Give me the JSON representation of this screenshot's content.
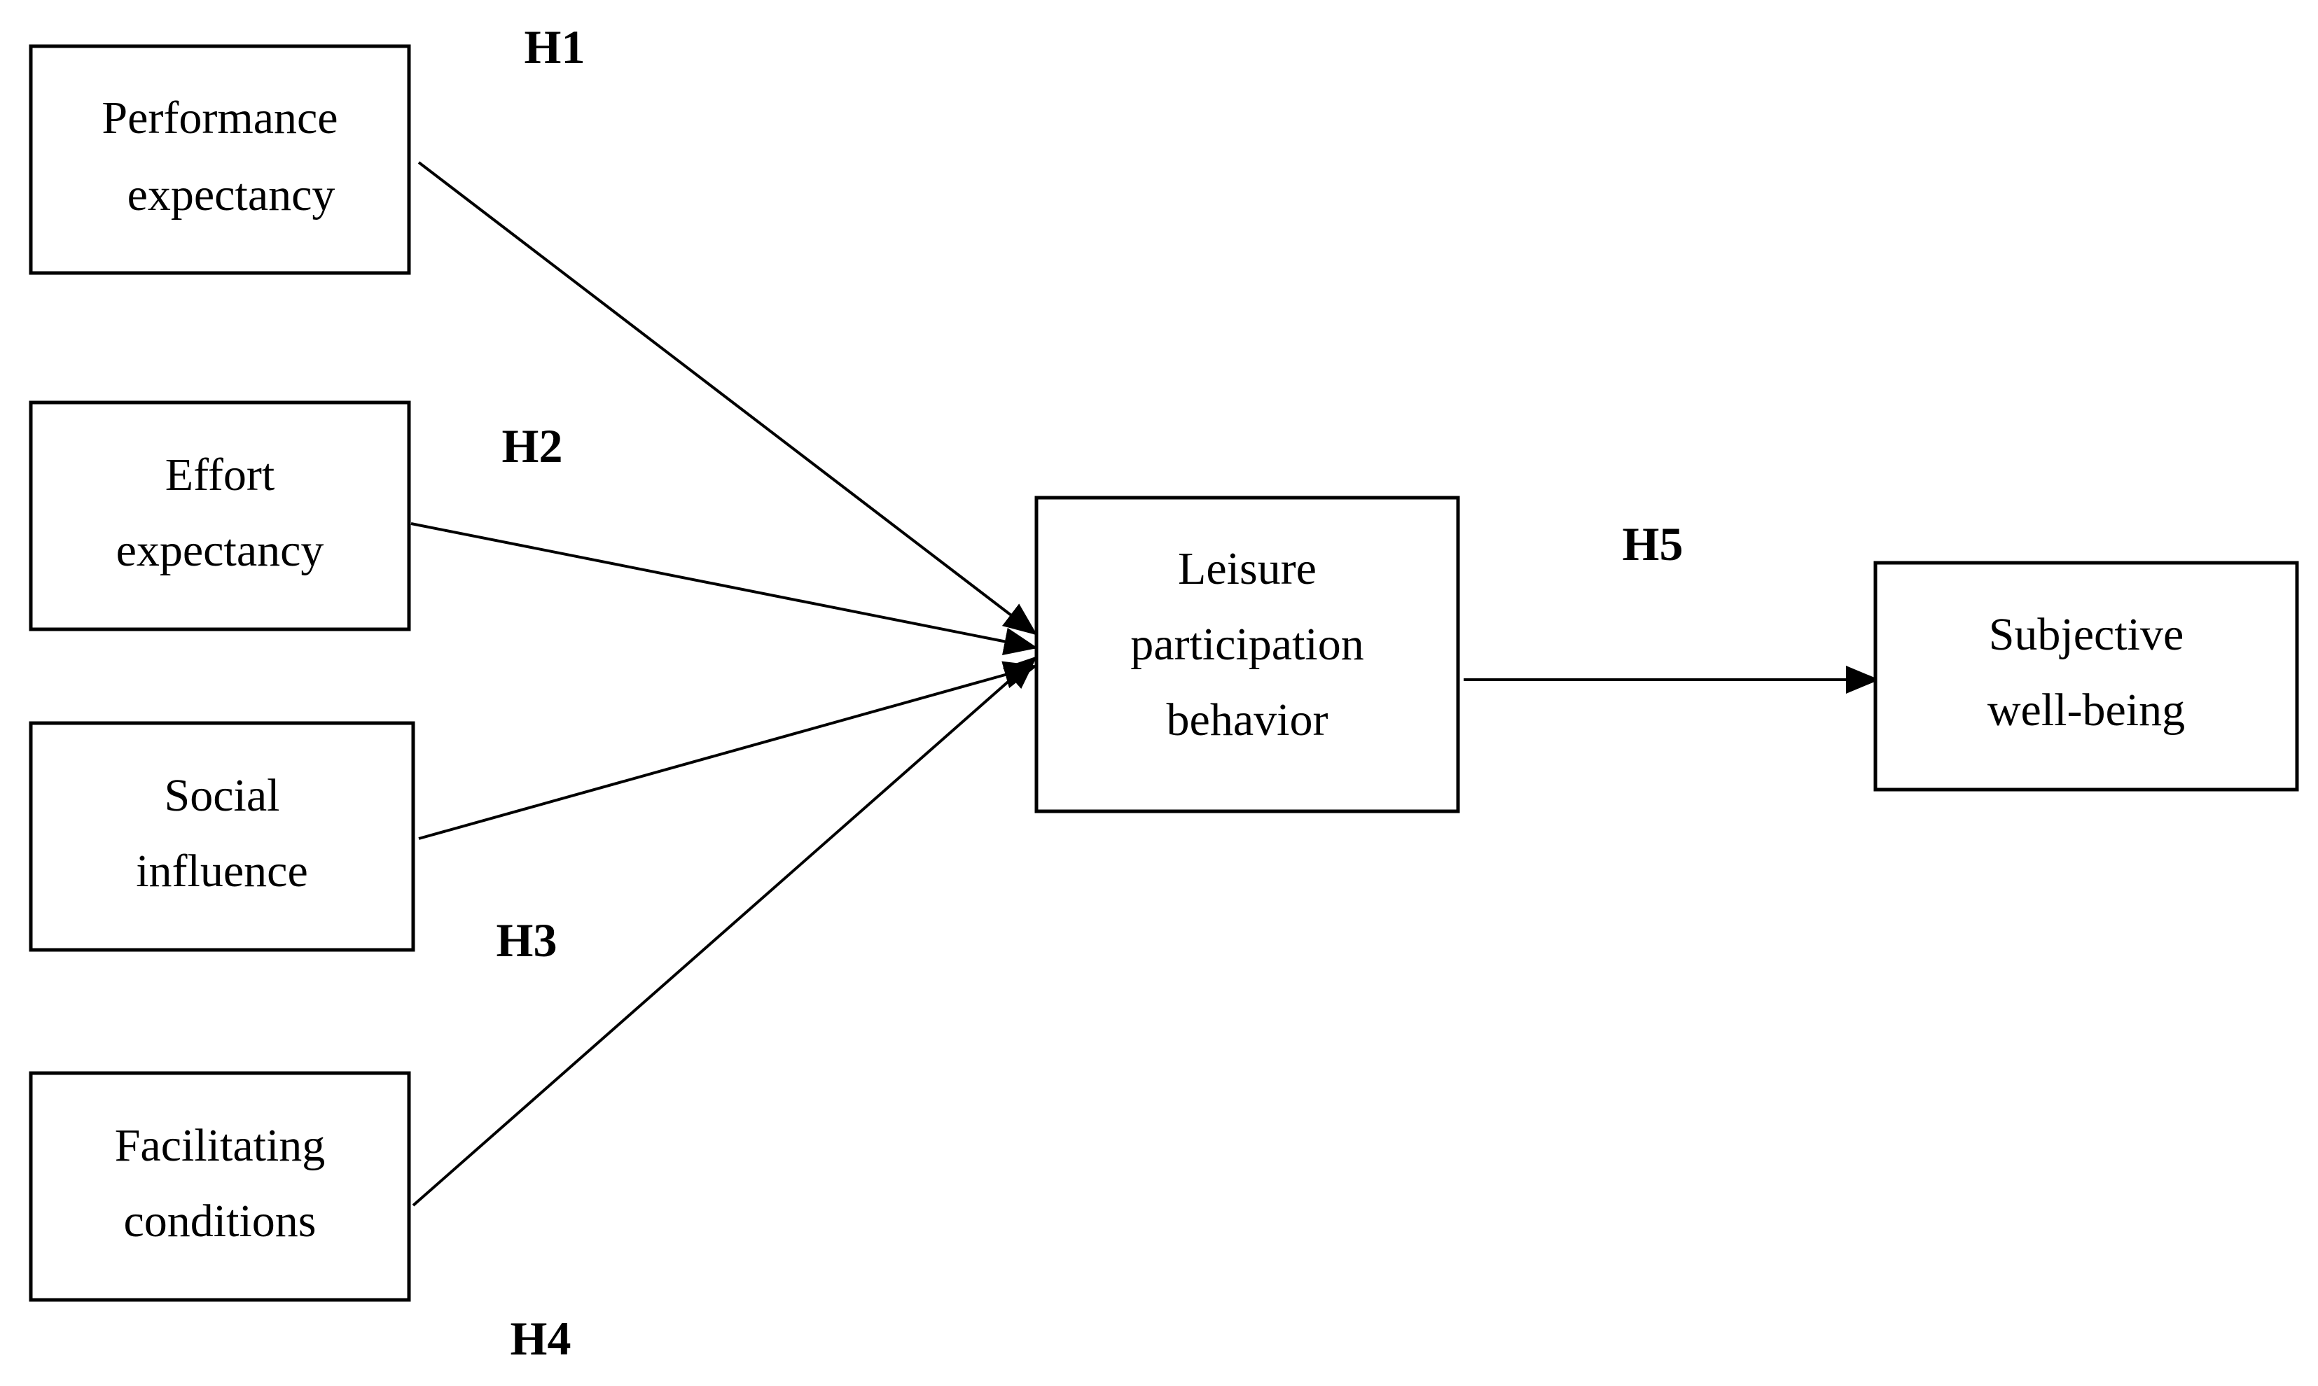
{
  "boxes": {
    "performance_expectancy": {
      "line1": "Performance",
      "line2": "expectancy"
    },
    "effort_expectancy": {
      "line1": "Effort",
      "line2": "expectancy"
    },
    "social_influence": {
      "line1": "Social",
      "line2": "influence"
    },
    "facilitating_conditions": {
      "line1": "Facilitating",
      "line2": "conditions"
    },
    "leisure_participation": {
      "line1": "Leisure",
      "line2": "participation",
      "line3": "behavior"
    },
    "subjective_wellbeing": {
      "line1": "Subjective",
      "line2": "well-being"
    }
  },
  "hypotheses": {
    "h1": "H1",
    "h2": "H2",
    "h3": "H3",
    "h4": "H4",
    "h5": "H5"
  },
  "colors": {
    "stroke": "#000000",
    "background": "#ffffff"
  }
}
